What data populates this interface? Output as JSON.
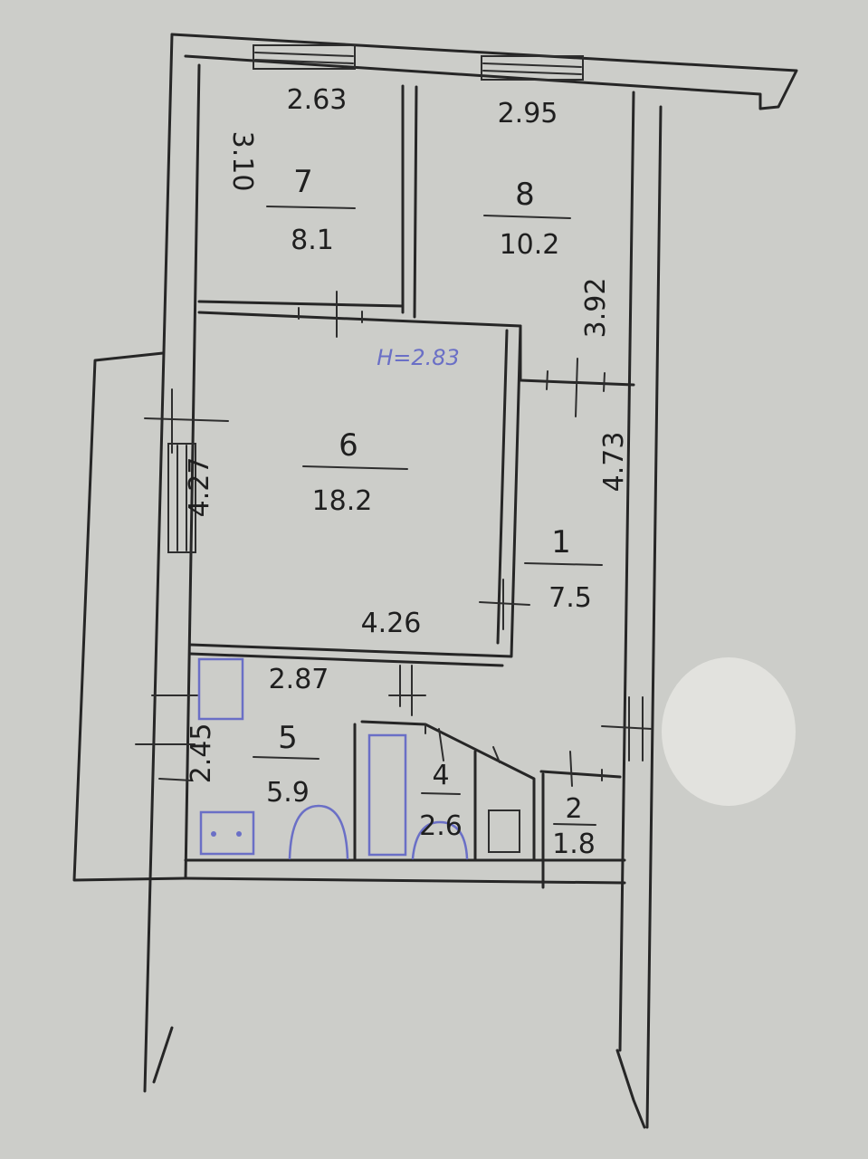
{
  "colors": {
    "paper": "#cfd0cc",
    "ink": "#262626",
    "pencil": "#6a6fc6"
  },
  "rooms": [
    {
      "number": "7",
      "area": "8.1"
    },
    {
      "number": "8",
      "area": "10.2"
    },
    {
      "number": "6",
      "area": "18.2"
    },
    {
      "number": "1",
      "area": "7.5"
    },
    {
      "number": "5",
      "area": "5.9"
    },
    {
      "number": "4",
      "area": "2.6"
    },
    {
      "number": "2",
      "area": "1.8"
    }
  ],
  "dimensions": {
    "top_left_width": "2.63",
    "top_right_width": "2.95",
    "left_depth": "3.10",
    "right_depth": "3.92",
    "hall_length": "4.73",
    "room6_height": "4.27",
    "room6_width": "4.26",
    "kitchen_width": "2.87",
    "kitchen_depth": "2.45"
  },
  "notes": {
    "ceiling_height": "H=2.83"
  }
}
